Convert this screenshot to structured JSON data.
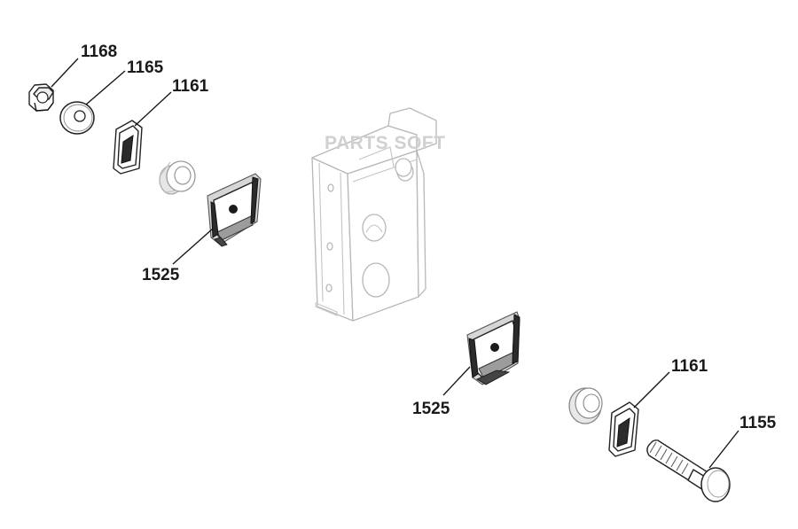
{
  "watermark": "PARTS SOFT",
  "labels": {
    "nut_top": "1168",
    "washer_top": "1165",
    "plate_top": "1161",
    "clip_left": "1525",
    "clip_right": "1525",
    "plate_bottom": "1161",
    "bolt": "1155"
  },
  "colors": {
    "ink": "#1a1a1a",
    "watermark": "#d0d0d0",
    "housing_outline": "#b8b8b8"
  }
}
